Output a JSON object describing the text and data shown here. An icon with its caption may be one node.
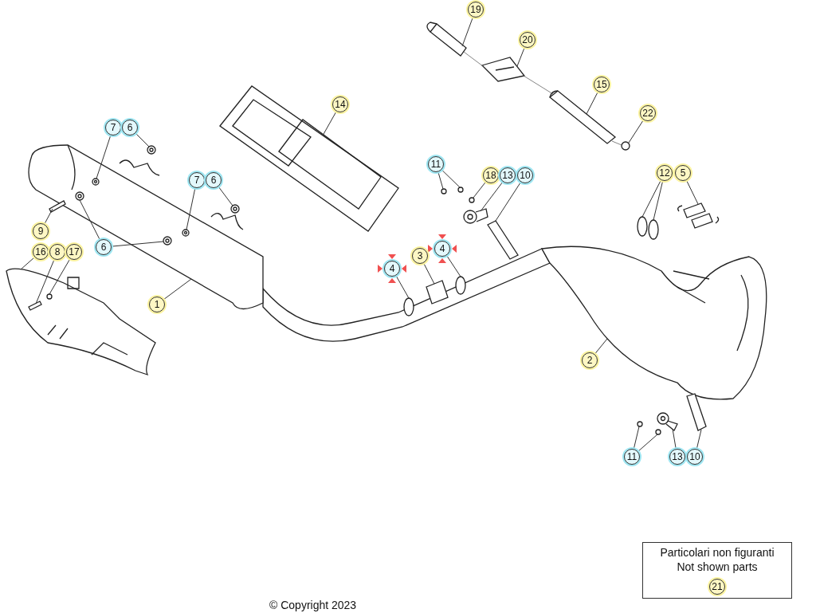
{
  "diagram": {
    "caption": "© Copyright 2023",
    "nodes": [
      {
        "text": [
          "19"
        ]
      },
      {
        "text": [
          "20"
        ]
      },
      {
        "text": [
          "14"
        ]
      },
      {
        "text": [
          "15"
        ]
      },
      {
        "text": [
          "22"
        ]
      },
      {
        "text": [
          "7"
        ]
      },
      {
        "text": [
          "6"
        ]
      },
      {
        "text": [
          "11"
        ]
      },
      {
        "text": [
          "18"
        ]
      },
      {
        "text": [
          "13"
        ]
      },
      {
        "text": [
          "10"
        ]
      },
      {
        "text": [
          "12"
        ]
      },
      {
        "text": [
          "5"
        ]
      },
      {
        "text": [
          "7"
        ]
      },
      {
        "text": [
          "6"
        ]
      },
      {
        "text": [
          "9"
        ]
      },
      {
        "text": [
          "6"
        ]
      },
      {
        "text": [
          "16"
        ]
      },
      {
        "text": [
          "8"
        ]
      },
      {
        "text": [
          "17"
        ]
      },
      {
        "text": [
          "4"
        ]
      },
      {
        "text": [
          "3"
        ]
      },
      {
        "text": [
          "4"
        ]
      },
      {
        "text": [
          "1"
        ]
      },
      {
        "text": [
          "2"
        ]
      },
      {
        "text": [
          "11"
        ]
      },
      {
        "text": [
          "13"
        ]
      },
      {
        "text": [
          "10"
        ]
      },
      {
        "text": [
          "Particolari non figuranti",
          "Not shown parts"
        ]
      },
      {
        "text": [
          "21"
        ],
        "in": 28
      },
      {
        "text": [],
        "shape": "picture"
      },
      {
        "text": [],
        "shape": "picture"
      },
      {
        "text": [],
        "shape": "picture"
      },
      {
        "text": [],
        "shape": "picture"
      },
      {
        "text": [],
        "shape": "circle"
      },
      {
        "text": [],
        "shape": "picture",
        "in": 56
      },
      {
        "text": [],
        "shape": "picture"
      },
      {
        "text": [],
        "shape": "circle"
      },
      {
        "text": [],
        "shape": "circle"
      },
      {
        "text": [],
        "shape": "circle"
      },
      {
        "text": [],
        "shape": "picture"
      },
      {
        "text": [],
        "shape": "picture"
      },
      {
        "text": [],
        "shape": "circle"
      },
      {
        "text": [],
        "shape": "circle"
      },
      {
        "text": [],
        "shape": "picture"
      },
      {
        "text": [],
        "shape": "picture",
        "in": 56
      },
      {
        "text": [],
        "shape": "picture"
      },
      {
        "text": [],
        "shape": "bar"
      },
      {
        "text": [],
        "shape": "picture",
        "in": 56
      },
      {
        "text": [],
        "shape": "picture",
        "in": 56
      },
      {
        "text": [],
        "shape": "picture"
      },
      {
        "text": [],
        "shape": "bar",
        "in": 50
      },
      {
        "text": [],
        "shape": "circle",
        "in": 50
      },
      {
        "text": [],
        "shape": "circle"
      },
      {
        "text": [],
        "shape": "picture"
      },
      {
        "text": [],
        "shape": "circle"
      },
      {
        "text": [],
        "shape": "picture"
      },
      {
        "text": [],
        "shape": "picture"
      },
      {
        "text": [],
        "shape": "circle"
      },
      {
        "text": [],
        "shape": "circle"
      },
      {
        "text": [],
        "shape": "picture"
      },
      {
        "text": [],
        "shape": "picture"
      }
    ],
    "edges": [
      {
        "from": 0,
        "to": 30,
        "arrow": "none"
      },
      {
        "from": 1,
        "to": 31,
        "arrow": "none"
      },
      {
        "from": 2,
        "to": 32,
        "arrow": "none"
      },
      {
        "from": 3,
        "to": 33,
        "arrow": "none"
      },
      {
        "from": 4,
        "to": 34,
        "arrow": "none"
      },
      {
        "from": 5,
        "to": 35,
        "arrow": "none"
      },
      {
        "from": 6,
        "to": 36,
        "arrow": "none"
      },
      {
        "from": 7,
        "to": 37,
        "arrow": "none"
      },
      {
        "from": 7,
        "to": 38,
        "arrow": "none"
      },
      {
        "from": 8,
        "to": 39,
        "arrow": "none"
      },
      {
        "from": 9,
        "to": 40,
        "arrow": "none"
      },
      {
        "from": 10,
        "to": 41,
        "arrow": "none"
      },
      {
        "from": 11,
        "to": 42,
        "arrow": "none"
      },
      {
        "from": 11,
        "to": 43,
        "arrow": "none"
      },
      {
        "from": 12,
        "to": 44,
        "arrow": "none"
      },
      {
        "from": 13,
        "to": 45,
        "arrow": "none"
      },
      {
        "from": 14,
        "to": 46,
        "arrow": "none"
      },
      {
        "from": 15,
        "to": 47,
        "arrow": "none"
      },
      {
        "from": 16,
        "to": 48,
        "arrow": "none"
      },
      {
        "from": 16,
        "to": 49,
        "arrow": "none"
      },
      {
        "from": 17,
        "to": 50,
        "arrow": "none"
      },
      {
        "from": 18,
        "to": 51,
        "arrow": "none"
      },
      {
        "from": 19,
        "to": 52,
        "arrow": "none"
      },
      {
        "from": 20,
        "to": 53,
        "arrow": "none"
      },
      {
        "from": 21,
        "to": 54,
        "arrow": "none"
      },
      {
        "from": 22,
        "to": 55,
        "arrow": "none"
      },
      {
        "from": 23,
        "to": 56,
        "arrow": "none"
      },
      {
        "from": 24,
        "to": 57,
        "arrow": "none"
      },
      {
        "from": 25,
        "to": 58,
        "arrow": "none"
      },
      {
        "from": 25,
        "to": 59,
        "arrow": "none"
      },
      {
        "from": 26,
        "to": 60,
        "arrow": "none"
      },
      {
        "from": 27,
        "to": 61,
        "arrow": "none"
      },
      {
        "from": 30,
        "to": 31,
        "arrow": "none"
      },
      {
        "from": 31,
        "to": 33,
        "arrow": "none"
      },
      {
        "from": 33,
        "to": 34,
        "arrow": "none"
      }
    ]
  }
}
